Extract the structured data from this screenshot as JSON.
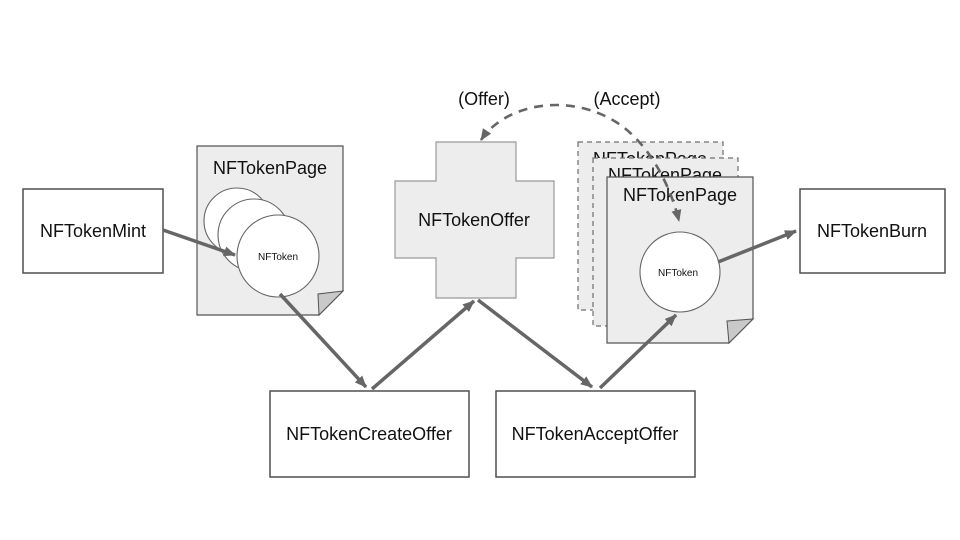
{
  "nodes": {
    "mint": {
      "label": "NFTokenMint"
    },
    "left_page": {
      "label": "NFTokenPage",
      "token": "NFToken"
    },
    "offer": {
      "label": "NFTokenOffer"
    },
    "right_stack": {
      "back_label": "NFTokenPage",
      "middle_label": "NFTokenPage",
      "front_label": "NFTokenPage",
      "token": "NFToken"
    },
    "burn": {
      "label": "NFTokenBurn"
    },
    "create_offer": {
      "label": "NFTokenCreateOffer"
    },
    "accept_offer": {
      "label": "NFTokenAcceptOffer"
    }
  },
  "annotations": {
    "offer": "(Offer)",
    "accept": "(Accept)"
  },
  "colors": {
    "arrow": "#666666",
    "page_fill": "#ededed",
    "cross_fill": "#ededed",
    "fold_fill": "#c9c9c9",
    "box_fill": "#ffffff",
    "shape_border": "#545454",
    "text": "#111111"
  }
}
